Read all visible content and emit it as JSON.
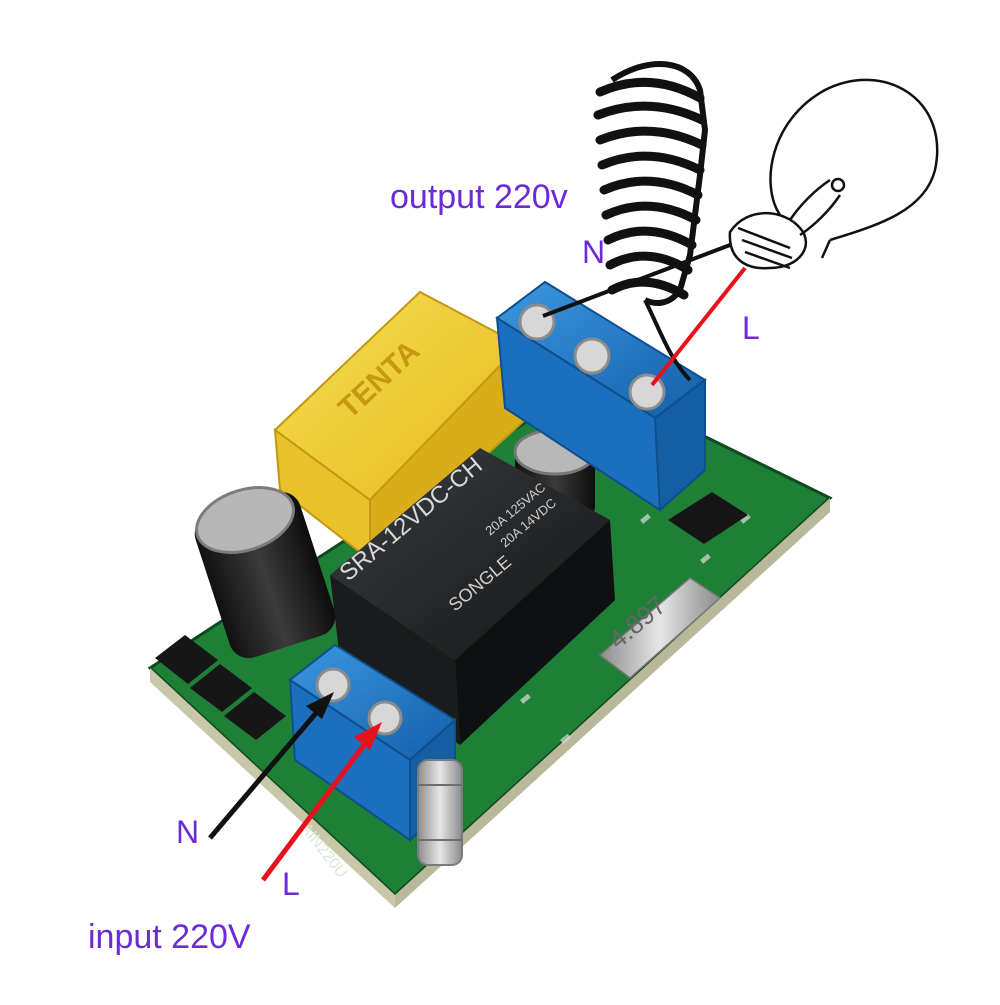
{
  "labels": {
    "output": "output 220v",
    "input": "input 220V",
    "out_n": "N",
    "out_l": "L",
    "in_n": "N",
    "in_l": "L"
  },
  "components": {
    "x2_capacitor_brand": "TENTA",
    "relay_model": "SRA-12VDC-CH",
    "relay_rating_1": "20A 14VDC",
    "relay_rating_2": "20A 125VAC",
    "relay_brand": "SONGLE",
    "crystal_label": "4.897",
    "pcb_silk": "AIN220U"
  },
  "colors": {
    "label_text": "#6b2bd6",
    "live_wire": "#e8101b",
    "neutral_wire": "#111111",
    "terminal_blue": "#1f78c9",
    "pcb_green": "#1f8a3a",
    "capacitor_yellow": "#f2cf2c",
    "relay_black": "#222426"
  },
  "icons": [
    "light-bulb-icon",
    "coil-antenna-icon"
  ]
}
